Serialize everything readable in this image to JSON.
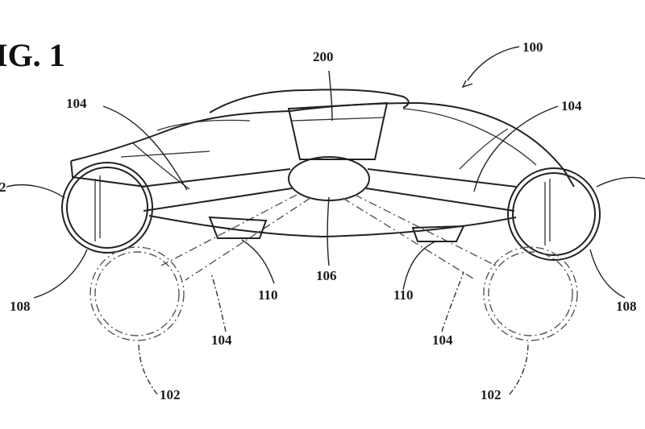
{
  "figure": {
    "title": "IG. 1",
    "labels": {
      "l100": "100",
      "l200": "200",
      "l104_top_left": "104",
      "l104_top_right": "104",
      "l2_left": "2",
      "l108_left": "108",
      "l108_right": "108",
      "l110_left": "110",
      "l110_right": "110",
      "l106": "106",
      "l104_bottom_left": "104",
      "l104_bottom_right": "104",
      "l102_left": "102",
      "l102_right": "102"
    },
    "colors": {
      "ink": "#222222",
      "background": "#ffffff"
    }
  }
}
